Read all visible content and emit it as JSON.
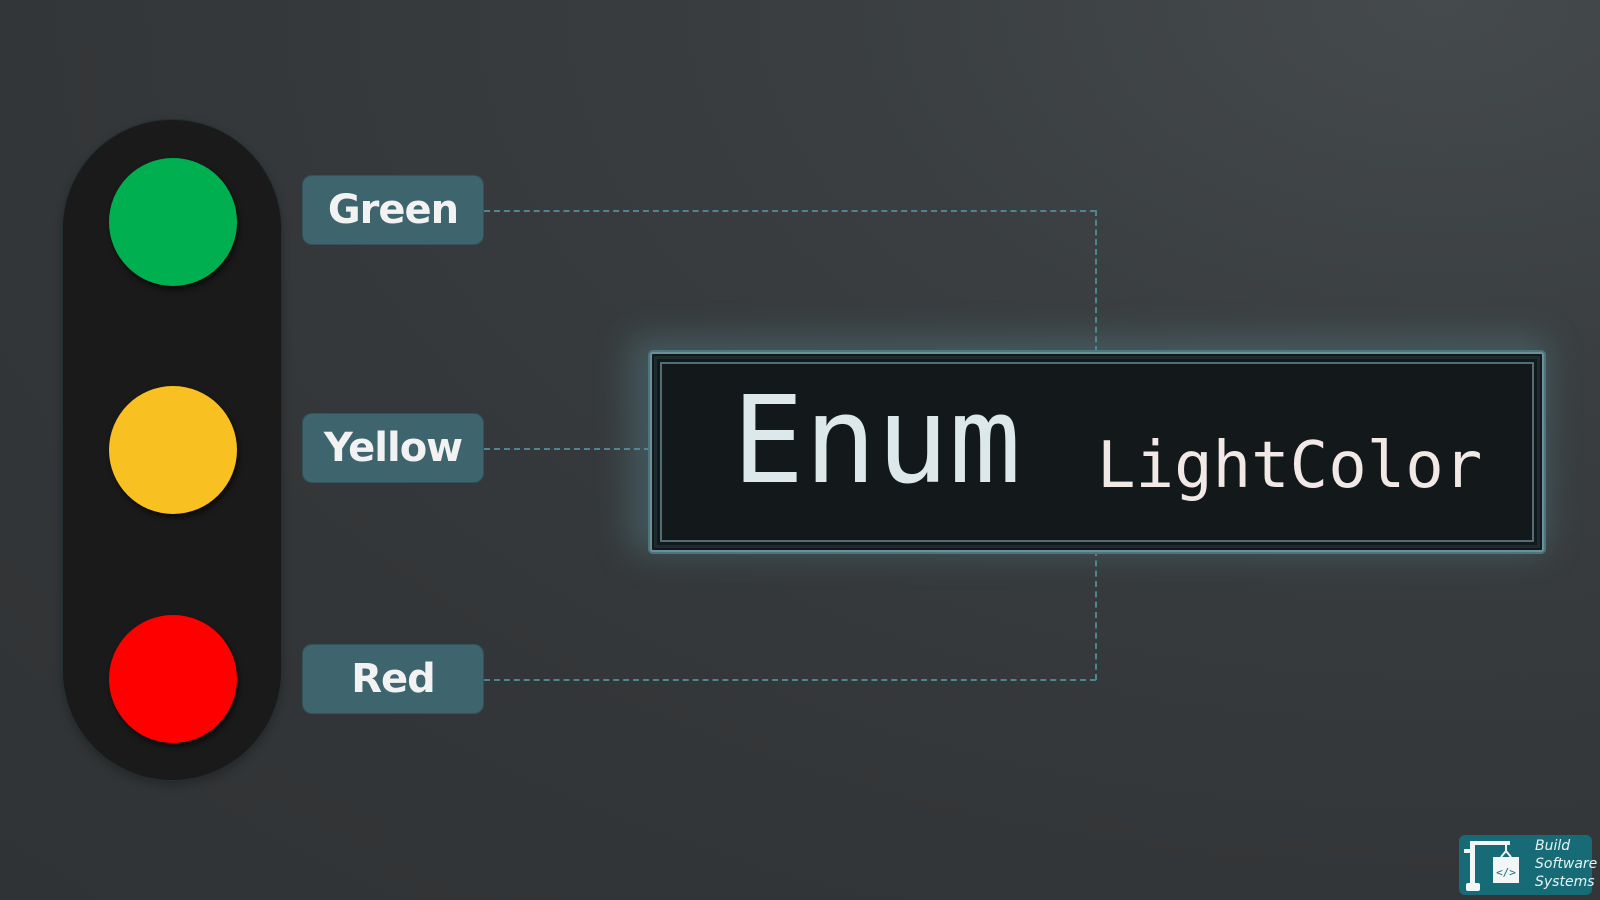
{
  "diagram": {
    "title_keyword": "Enum",
    "title_name": "LightColor",
    "traffic_light": {
      "lamps": [
        {
          "name": "green",
          "color": "#00b050"
        },
        {
          "name": "yellow",
          "color": "#f8c020"
        },
        {
          "name": "red",
          "color": "#ff0000"
        }
      ]
    },
    "labels": [
      {
        "text": "Green"
      },
      {
        "text": "Yellow"
      },
      {
        "text": "Red"
      }
    ],
    "connector_color": "#4f8593",
    "label_color": "#3e646d"
  },
  "logo": {
    "line1": "Build",
    "line2": "Software",
    "line3": "Systems",
    "color": "#176b76"
  }
}
